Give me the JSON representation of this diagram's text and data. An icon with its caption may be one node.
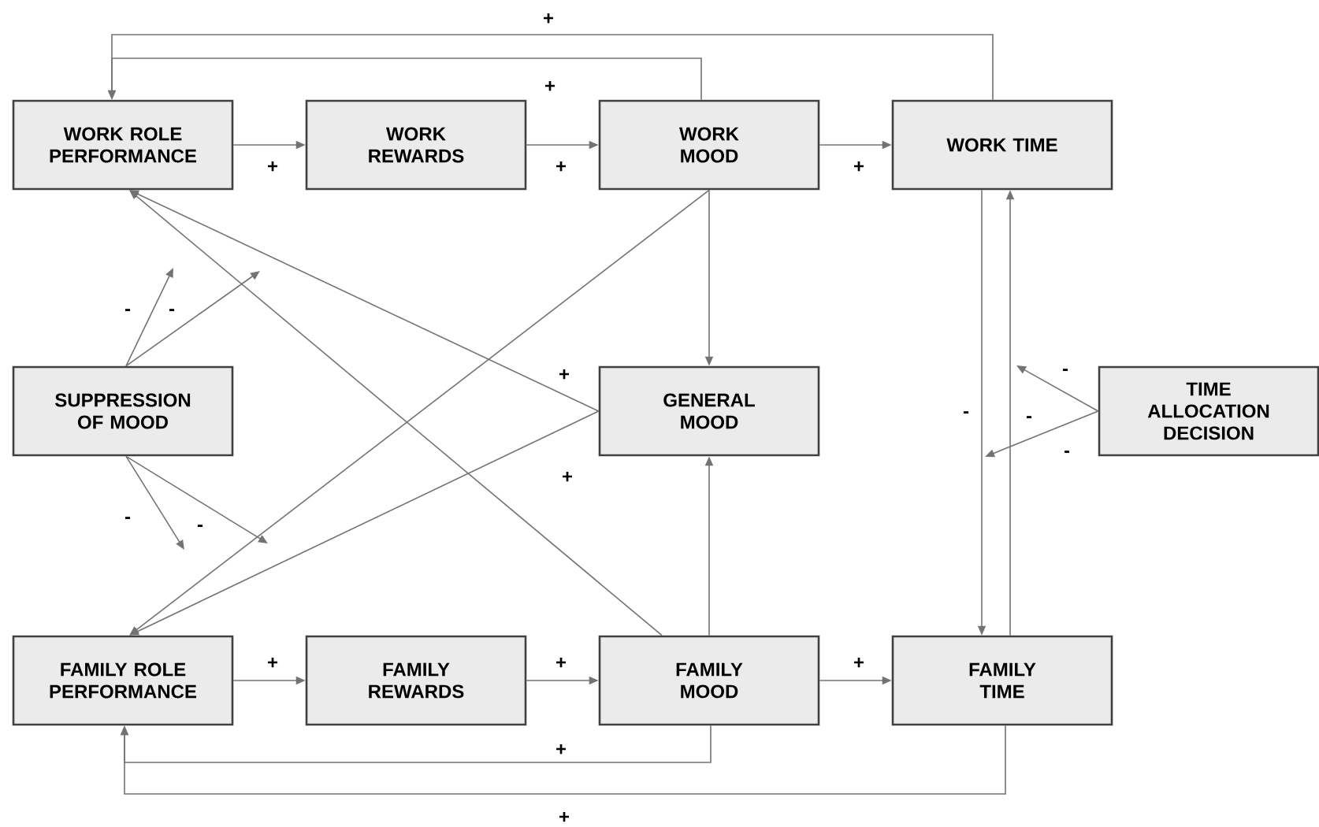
{
  "diagram": {
    "nodes": [
      {
        "text": [
          "WORK ROLE PERFORMANCE"
        ]
      },
      {
        "text": [
          "WORK REWARDS"
        ]
      },
      {
        "text": [
          "WORK MOOD"
        ]
      },
      {
        "text": [
          "WORK TIME"
        ]
      },
      {
        "text": [
          "SUPPRESSION OF MOOD"
        ]
      },
      {
        "text": [
          "GENERAL MOOD"
        ]
      },
      {
        "text": [
          "TIME ALLOCATION DECISION"
        ]
      },
      {
        "text": [
          "FAMILY ROLE PERFORMANCE"
        ]
      },
      {
        "text": [
          "FAMILY REWARDS"
        ]
      },
      {
        "text": [
          "FAMILY MOOD"
        ]
      },
      {
        "text": [
          "FAMILY TIME"
        ]
      }
    ],
    "edges": [
      {
        "from": 0,
        "to": 1,
        "arrow": "to",
        "label": "+"
      },
      {
        "from": 1,
        "to": 2,
        "arrow": "to",
        "label": "+"
      },
      {
        "from": 2,
        "to": 3,
        "arrow": "to",
        "label": "+"
      },
      {
        "from": 2,
        "to": 0,
        "arrow": "to",
        "label": "+"
      },
      {
        "from": 3,
        "to": 0,
        "arrow": "to",
        "label": "+"
      },
      {
        "from": 2,
        "to": 5,
        "arrow": "to"
      },
      {
        "from": 5,
        "to": 0,
        "arrow": "to",
        "label": "+"
      },
      {
        "from": 9,
        "to": 0,
        "arrow": "to",
        "label": "+"
      },
      {
        "from": 2,
        "to": 7,
        "arrow": "to"
      },
      {
        "from": 5,
        "to": 7,
        "arrow": "to"
      },
      {
        "from": 9,
        "to": 5,
        "arrow": "to"
      },
      {
        "from": 7,
        "to": 8,
        "arrow": "to",
        "label": "+"
      },
      {
        "from": 8,
        "to": 9,
        "arrow": "to",
        "label": "+"
      },
      {
        "from": 9,
        "to": 10,
        "arrow": "to",
        "label": "+"
      },
      {
        "from": 9,
        "to": 7,
        "arrow": "to",
        "label": "+"
      },
      {
        "from": 10,
        "to": 7,
        "arrow": "to",
        "label": "+"
      },
      {
        "from": 3,
        "to": 10,
        "arrow": "to",
        "label": "-"
      },
      {
        "from": 10,
        "to": 3,
        "arrow": "to",
        "label": "-"
      },
      {
        "from": 6,
        "to": null,
        "arrow": "to",
        "label": "-"
      },
      {
        "from": 6,
        "to": null,
        "arrow": "to",
        "label": "-"
      },
      {
        "from": 4,
        "to": null,
        "arrow": "to",
        "label": "-"
      },
      {
        "from": 4,
        "to": null,
        "arrow": "to",
        "label": "-"
      },
      {
        "from": 4,
        "to": null,
        "arrow": "to",
        "label": "-"
      },
      {
        "from": 4,
        "to": null,
        "arrow": "to",
        "label": "-"
      }
    ]
  }
}
